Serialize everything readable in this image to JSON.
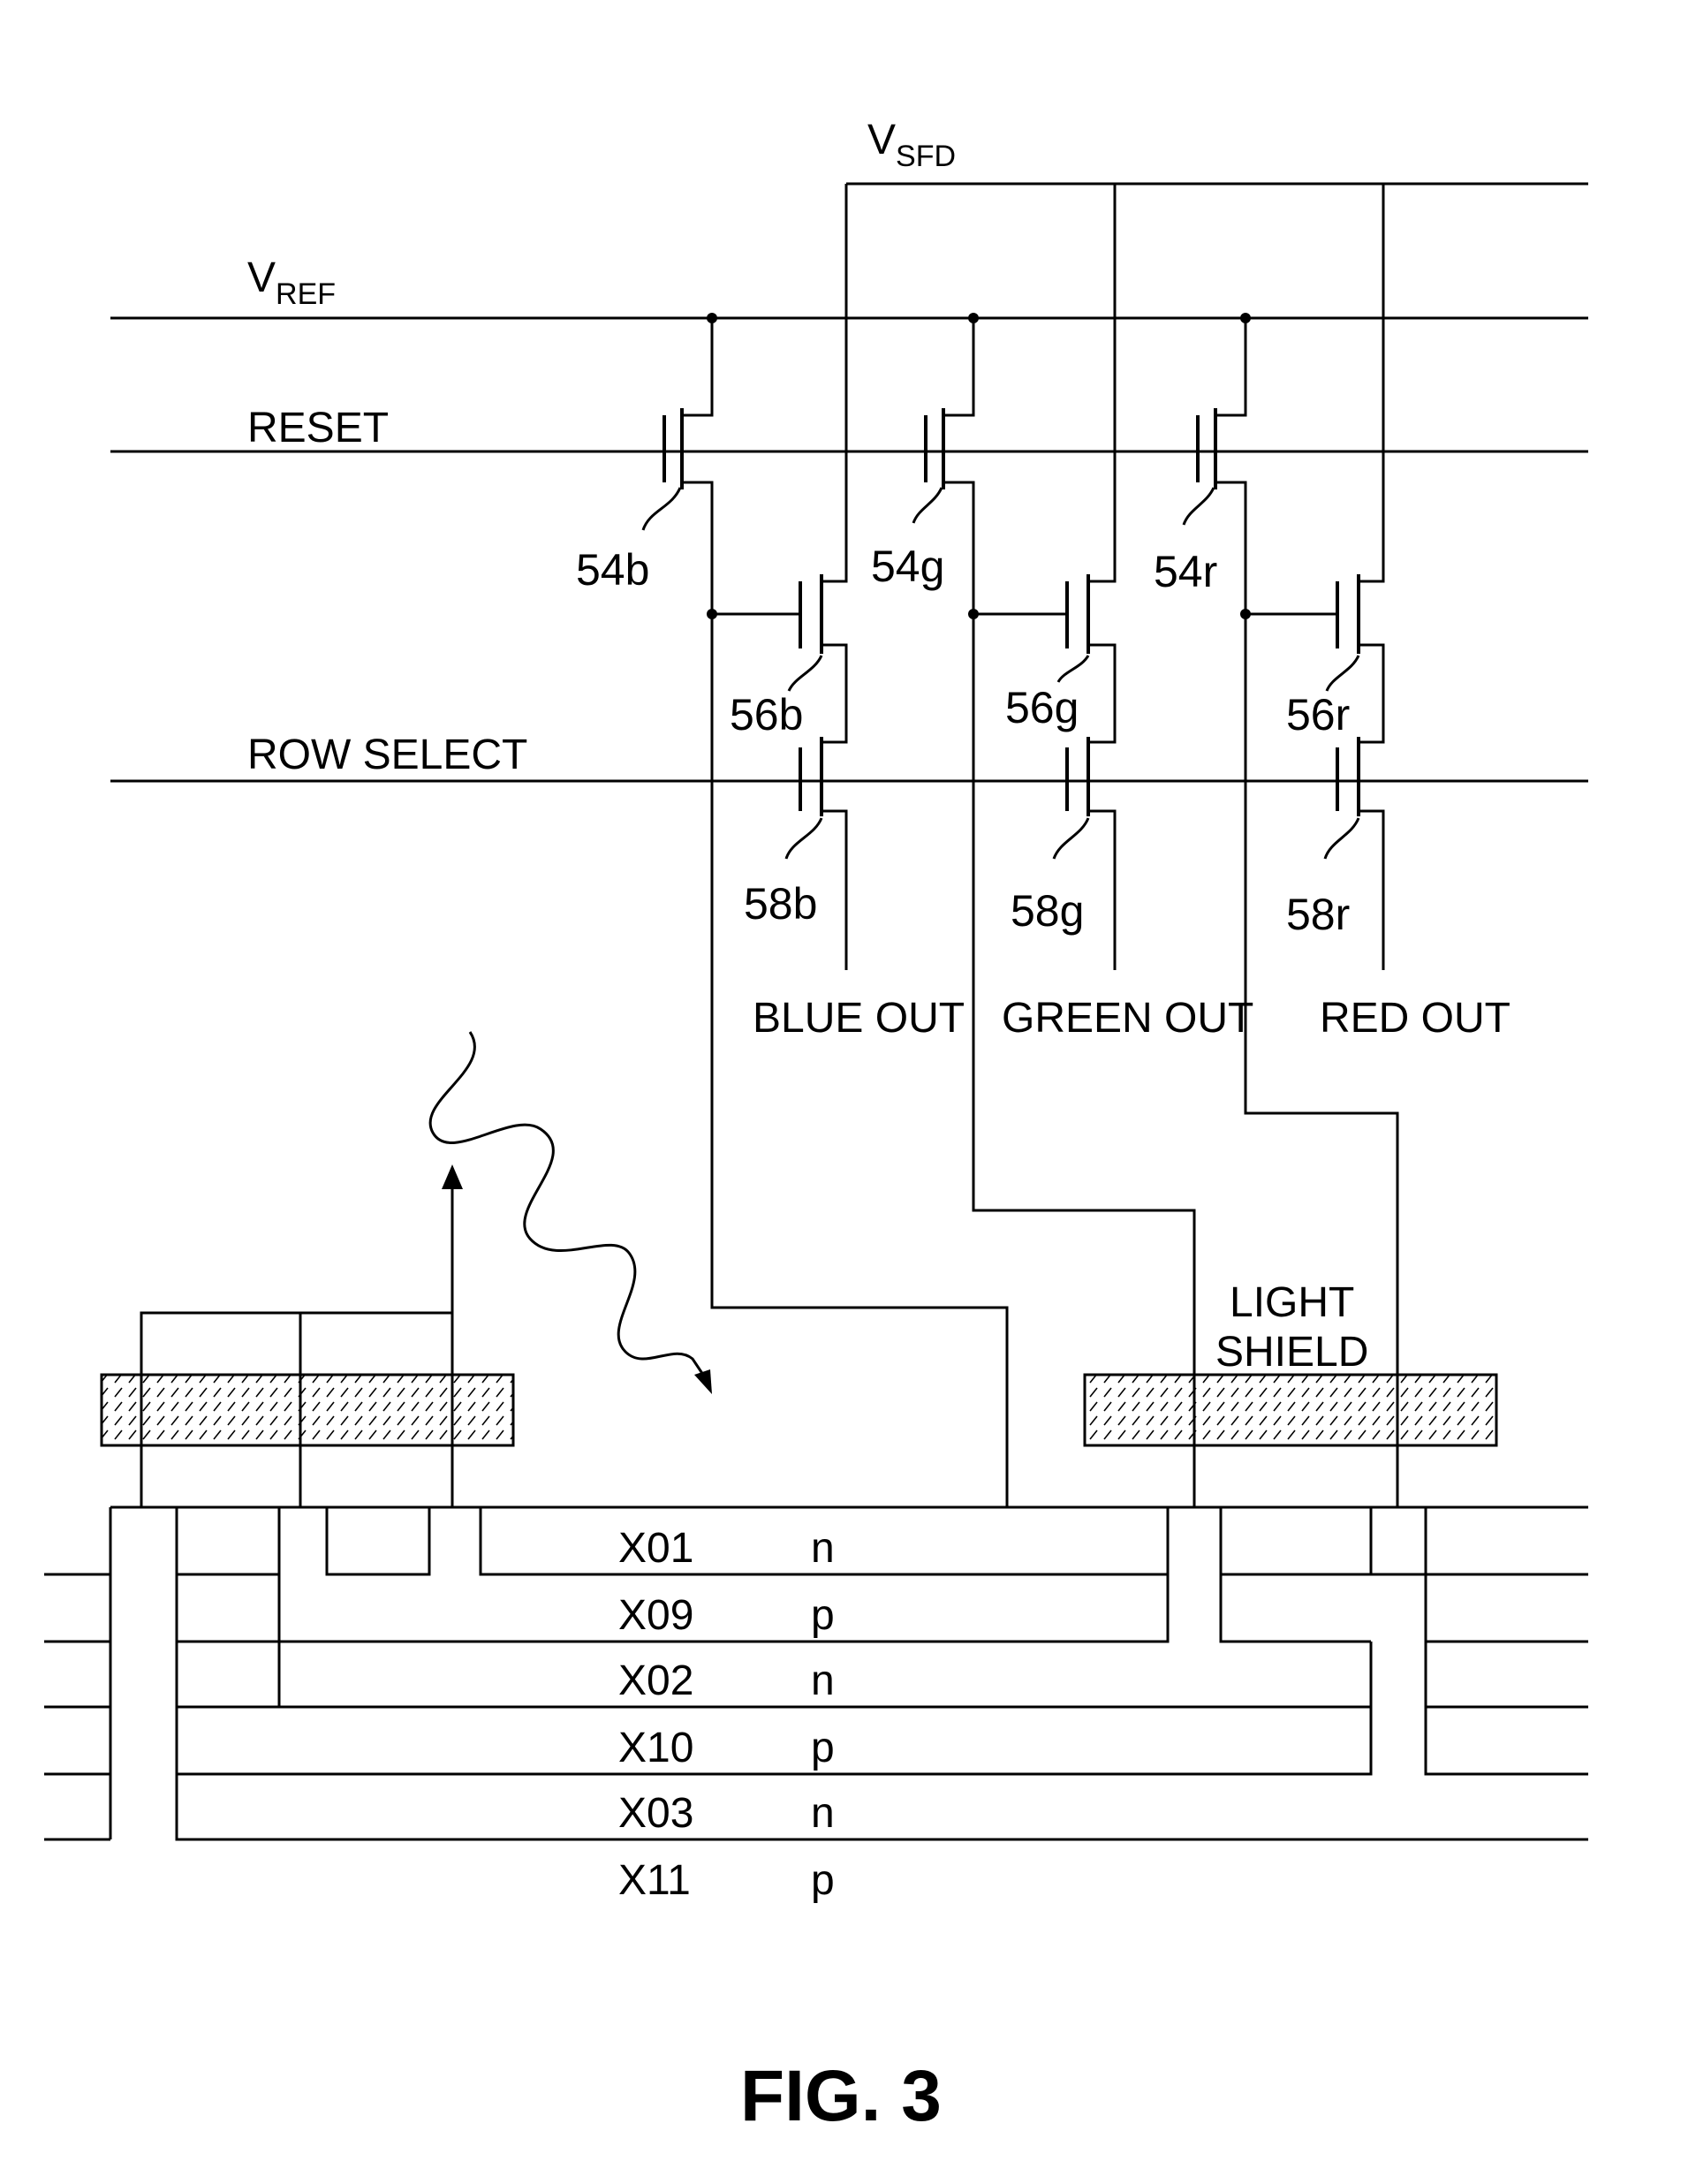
{
  "diagram": {
    "signals": {
      "vsfd_main": "V",
      "vsfd_sub": "SFD",
      "vref_main": "V",
      "vref_sub": "REF",
      "reset": "RESET",
      "row_select": "ROW SELECT"
    },
    "transistors": {
      "reset_blue": "54b",
      "reset_green": "54g",
      "reset_red": "54r",
      "source_follower_blue": "56b",
      "source_follower_green": "56g",
      "source_follower_red": "56r",
      "row_select_blue": "58b",
      "row_select_green": "58g",
      "row_select_red": "58r"
    },
    "outputs": {
      "blue": "BLUE OUT",
      "green": "GREEN OUT",
      "red": "RED OUT"
    },
    "light_shield": {
      "line1": "LIGHT",
      "line2": "SHIELD"
    },
    "layers": [
      {
        "name": "X01",
        "type": "n"
      },
      {
        "name": "X09",
        "type": "p"
      },
      {
        "name": "X02",
        "type": "n"
      },
      {
        "name": "X10",
        "type": "p"
      },
      {
        "name": "X03",
        "type": "n"
      },
      {
        "name": "X11",
        "type": "p"
      }
    ],
    "figure_label": "FIG. 3"
  }
}
